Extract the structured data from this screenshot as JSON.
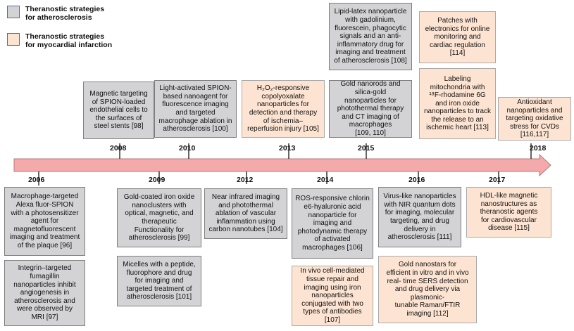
{
  "legend": {
    "atherosclerosis": "Theranostic strategies\nfor atherosclerosis",
    "myocardial": "Theranostic strategies\nfor myocardial infarction",
    "color_atherosclerosis": "#d3d3d6",
    "color_myocardial": "#fde4d2"
  },
  "timeline_color": "#f4a9aa",
  "years": {
    "y2006": "2006",
    "y2008": "2008",
    "y2009": "2009",
    "y2010": "2010",
    "y2012": "2012",
    "y2013": "2013",
    "y2014": "2014",
    "y2015": "2015",
    "y2016": "2016",
    "y2017": "2017",
    "y2018": "2018"
  },
  "boxes": {
    "b2006a": "Macrophage-targeted\nAlexa fluor-SPION\nwith a photosensitizer\nagent for\nmagnetofluorescent\nimaging and treatment\nof the plaque [96]",
    "b2006b": "Integrin–targeted\nfumagillin\nnanoparticles inhibit\nangiogenesis in\natherosclerosis and\nwere observed by\nMRI [97]",
    "b2008": "Magnetic targeting\nof SPION-loaded\nendothelial cells to\nthe surfaces of\nsteel stents [98]",
    "b2009a": "Gold-coated iron oxide\nnanoclusters with\noptical, magnetic, and\ntherapeutic\nFunctionality for\natherosclerosis  [99]",
    "b2009b": "Micelles with a peptide,\nfluorophore and drug\nfor imaging and\ntargeted treatment of\natherosclerosis [101]",
    "b2010": "Light-activated SPION-\nbased nanoagent  for\nfluorescence imaging\nand targeted\nmacrophage ablation in\natherosclerosis [100]",
    "b2012": "Near infrared imaging\nand photothermal\nablation of vascular\ninflammation using\ncarbon nanotubes [104]",
    "b2013": "H₂O₂-responsive\ncopolyoxalate\nnanoparticles for\ndetection and therapy\nof ischemia–\nreperfusion injury [105]",
    "b2014a": "ROS-responsive chlorin\ne6-hyaluronic acid\nnanoparticle for\nimaging and\nphotodynamic therapy\nof activated\nmacrophages [106]",
    "b2014b": "In vivo cell-mediated\ntissue repair and\nimaging using iron\nnanoparticles\nconjugated with two\ntypes of antibodies [107]",
    "b2015a": "Lipid-latex nanoparticle\nwith gadolinium,\nfluorescein, phagocytic\nsignals and an anti-\ninflammatory drug for\nimaging and treatment\nof atherosclerosis [108]",
    "b2015b": "Gold nanorods and\nsilica-gold\nnanoparticles for\nphotothermal therapy\nand CT imaging of\nmacrophages\n[109, 110]",
    "b2016a": "Virus-like nanoparticles\nwith NIR quantum dots\nfor imaging, molecular\ntargeting, and drug\ndelivery  in\natherosclerosis [111]",
    "b2016b": "Gold nanostars for\nefficient in vitro and in vivo\nreal- time SERS detection\nand drug delivery via\nplasmonic-\ntunable Raman/FTIR\nimaging [112]",
    "b2016c": "Patches with\nelectronics for online\nmonitoring and\ncardiac regulation\n[114]",
    "b2016d": "Labeling\nmitochondria with\n¹⁸F-rhodamine 6G\nand iron oxide\nnanoparticles to track\nthe release to an\nischemic heart [113]",
    "b2017": "HDL-like magnetic\nnanostructures as\ntheranostic agents\nfor cardiovascular\ndisease [115]",
    "b2018": "Antioxidant\nnanoparticles and\ntargeting oxidative\nstress for CVDs\n[116,117]"
  }
}
